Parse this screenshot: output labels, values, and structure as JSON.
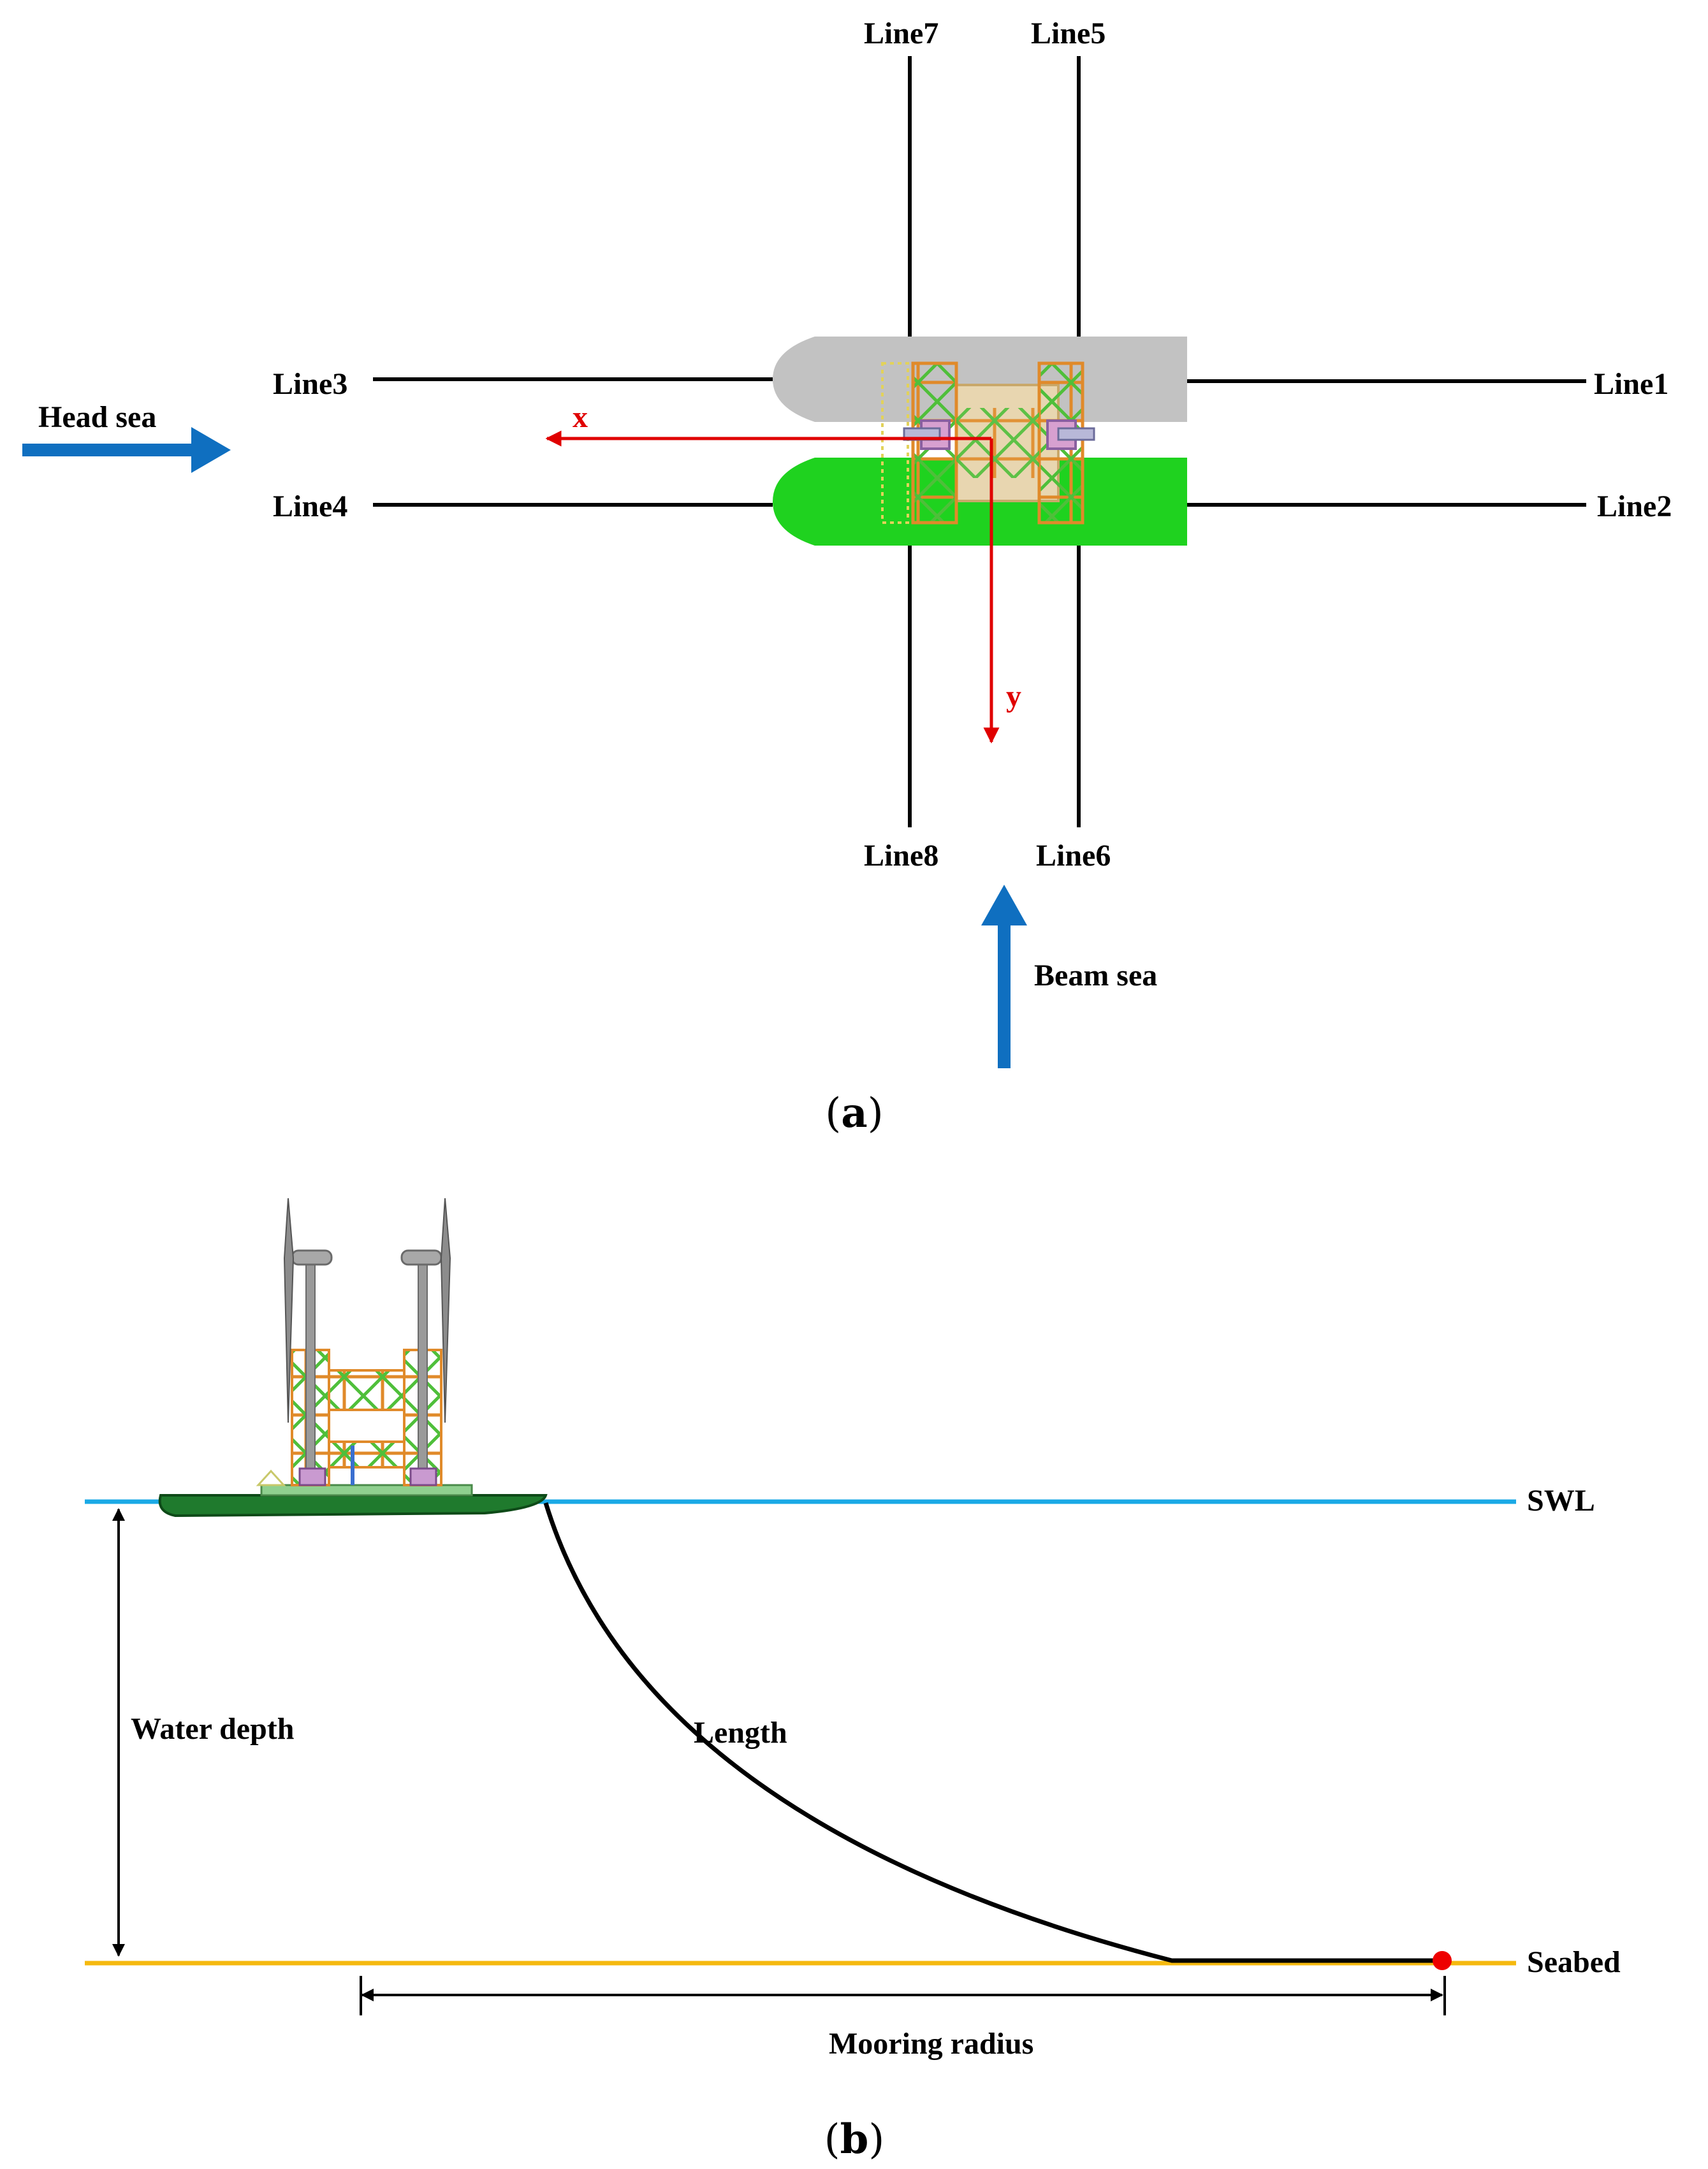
{
  "panel_a": {
    "mooring_lines": {
      "line1": "Line1",
      "line2": "Line2",
      "line3": "Line3",
      "line4": "Line4",
      "line5": "Line5",
      "line6": "Line6",
      "line7": "Line7",
      "line8": "Line8"
    },
    "wave_directions": {
      "head": "Head sea",
      "beam": "Beam sea"
    },
    "axes": {
      "x": "x",
      "y": "y"
    },
    "caption_letter": "a",
    "colors": {
      "hull_upper": "#c0c0c0",
      "hull_lower": "#1fd21f",
      "axis": "#e00000",
      "arrow": "#0f6fc0"
    }
  },
  "panel_b": {
    "labels": {
      "swl": "SWL",
      "seabed": "Seabed",
      "water_depth": "Water depth",
      "length": "Length",
      "mooring_radius": "Mooring radius"
    },
    "caption_letter": "b",
    "colors": {
      "swl_line": "#1aa9e6",
      "seabed_line": "#f5b90f",
      "anchor": "#ee0000"
    }
  }
}
